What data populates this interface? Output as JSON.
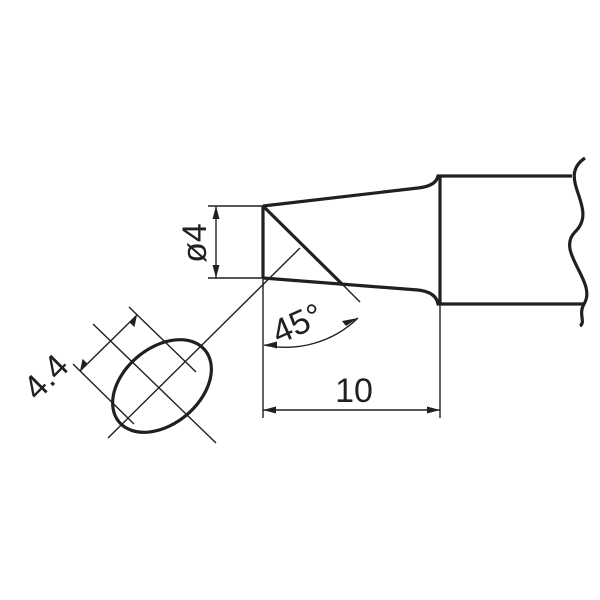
{
  "diagram": {
    "labels": {
      "diameter": "ø4",
      "angle": "45°",
      "length": "10",
      "face_width": "4.4"
    },
    "colors": {
      "ink": "#231f20",
      "background": "#ffffff"
    }
  }
}
